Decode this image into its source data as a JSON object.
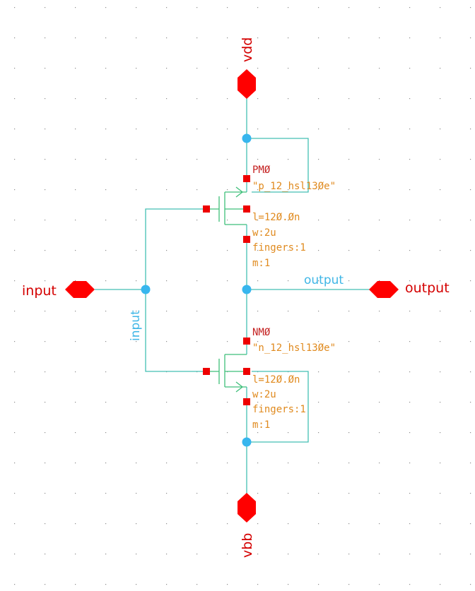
{
  "schematic": {
    "pins": {
      "vdd": "vdd",
      "vbb": "vbb",
      "input": "input",
      "output": "output"
    },
    "nets": {
      "input": "input",
      "output": "output"
    },
    "pmos": {
      "instance": "PMØ",
      "model": "\"p_12_hsl13Øe\"",
      "length": "l=12Ø.Øn",
      "width": "w:2u",
      "fingers": "fingers:1",
      "multiplier": "m:1"
    },
    "nmos": {
      "instance": "NMØ",
      "model": "\"n_12_hsl13Øe\"",
      "length": "l=12Ø.Øn",
      "width": "w:2u",
      "fingers": "fingers:1",
      "multiplier": "m:1"
    },
    "colors": {
      "background": "#ffffff",
      "grid_dot": "#8c8c8c",
      "wire": "#43bfb4",
      "device": "#3fbf7a",
      "junction": "#37b6ee",
      "pin": "#ff0000",
      "pin_label": "#d40000",
      "net_label": "#3fb6e6",
      "instance_name": "#c42020",
      "parameters": "#e08a1e"
    }
  }
}
